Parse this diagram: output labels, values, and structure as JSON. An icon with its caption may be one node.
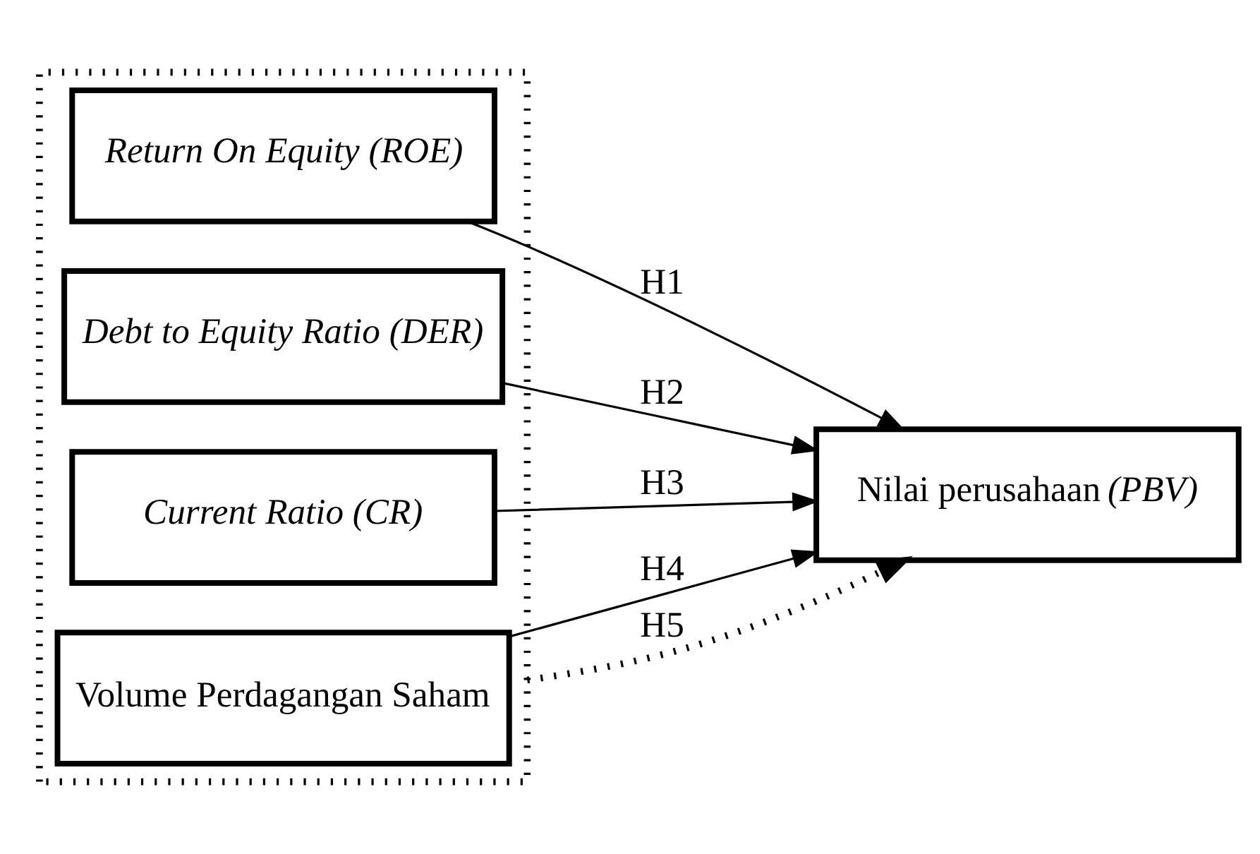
{
  "diagram": {
    "nodes": [
      {
        "text": [],
        "shape": "box"
      },
      {
        "text": [
          "Return On Equity (ROE)"
        ],
        "in": 0
      },
      {
        "text": [
          "Debt to Equity Ratio (DER)"
        ],
        "in": 0
      },
      {
        "text": [
          "Current Ratio (CR)"
        ],
        "in": 0
      },
      {
        "text": [
          "Volume Perdagangan Saham"
        ],
        "in": 0
      },
      {
        "text": [
          "Nilai perusahaan *(PBV)*"
        ]
      }
    ],
    "edges": [
      {
        "from": 1,
        "to": 5,
        "arrow": "to",
        "label": "H1"
      },
      {
        "from": 2,
        "to": 5,
        "arrow": "to",
        "label": "H2"
      },
      {
        "from": 3,
        "to": 5,
        "arrow": "to",
        "label": "H3"
      },
      {
        "from": 4,
        "to": 5,
        "arrow": "to",
        "label": "H4"
      },
      {
        "from": 0,
        "to": 5,
        "arrow": "to",
        "label": "H5",
        "style": "dashed"
      }
    ]
  }
}
